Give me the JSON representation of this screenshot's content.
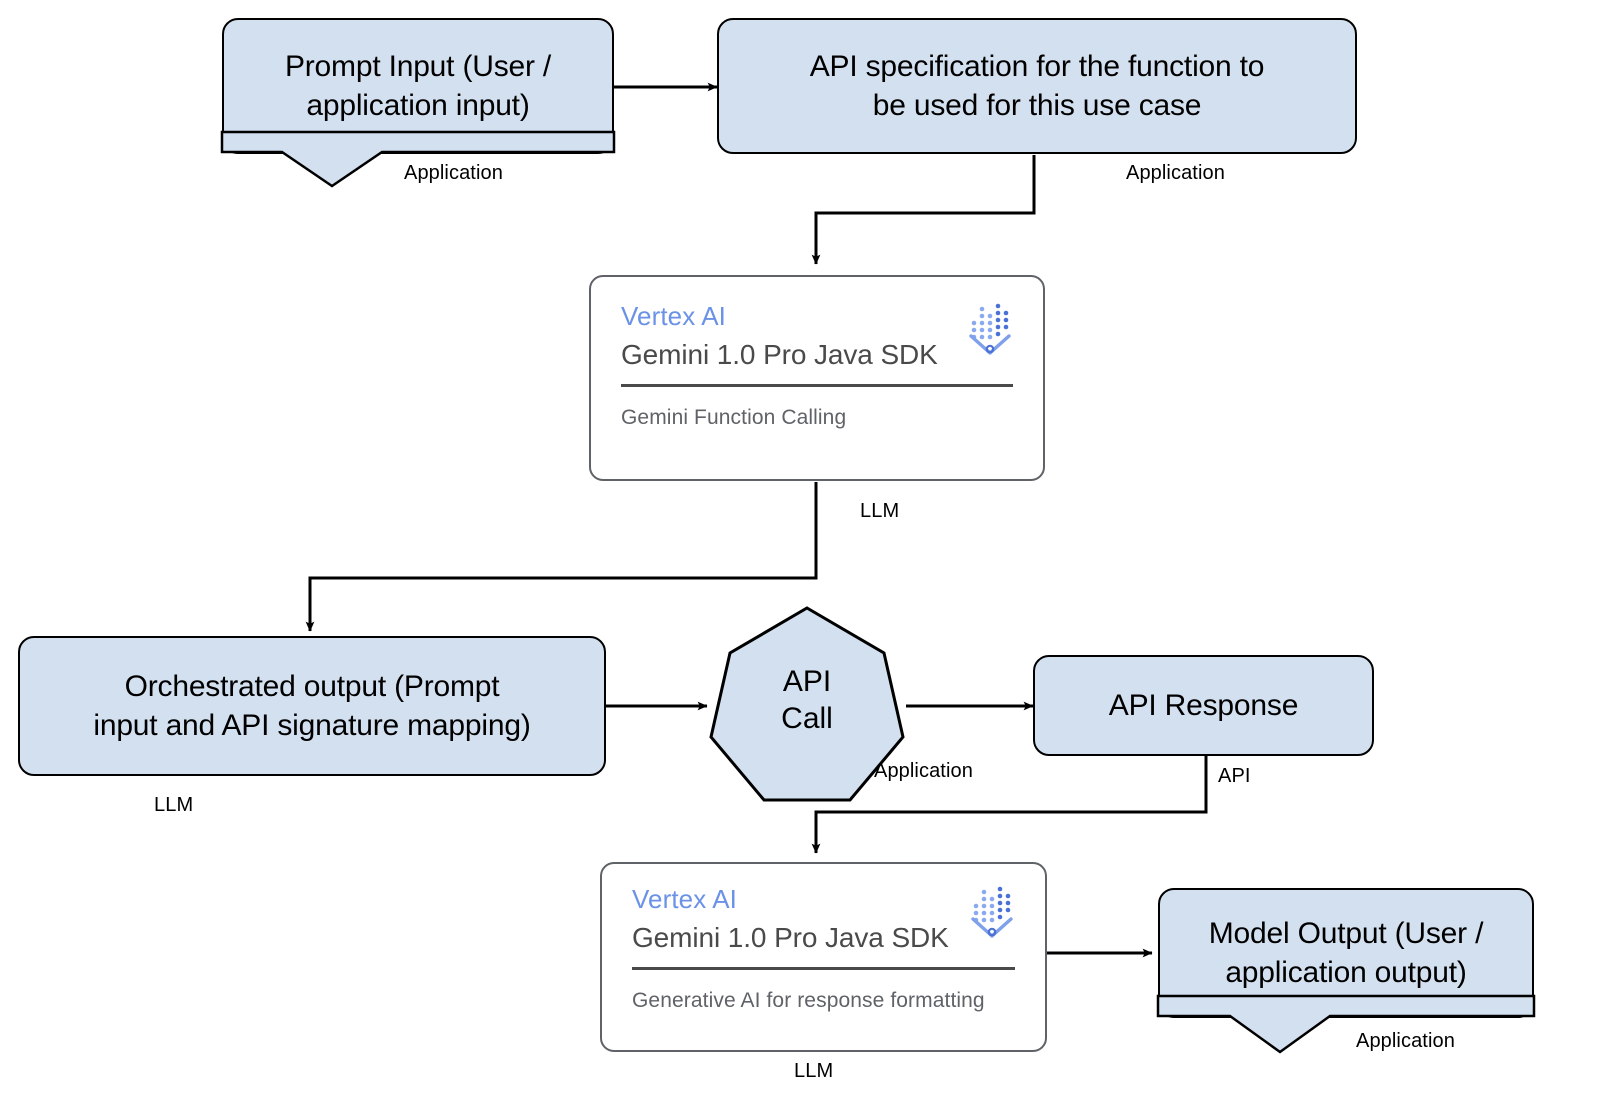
{
  "diagram": {
    "title": "Gemini Function Calling flow",
    "colors": {
      "node_fill": "#d3e0ef",
      "node_stroke": "#000000",
      "card_stroke": "#5f6368",
      "brand_blue": "#6b92e6",
      "card_text": "#4a4a4a",
      "background": "#ffffff"
    }
  },
  "nodes": {
    "prompt_input": {
      "label": "Prompt Input (User / application input)",
      "line1": "Prompt Input (User /",
      "line2": "application input)",
      "shape": "callout",
      "caption": "Application"
    },
    "api_spec": {
      "label": "API specification for the function to be used for this use case",
      "line1": "API specification for the function to",
      "line2": "be used for this use case",
      "shape": "rounded-rect",
      "caption": "Application"
    },
    "vertex_card_top": {
      "brand": "Vertex AI",
      "model": "Gemini 1.0 Pro Java SDK",
      "subtitle": "Gemini Function Calling",
      "shape": "card",
      "caption": "LLM",
      "logo": "vertex-ai-logo"
    },
    "orchestrated_output": {
      "label": "Orchestrated output (Prompt input and API signature mapping)",
      "line1": "Orchestrated output (Prompt",
      "line2": "input and API signature mapping)",
      "shape": "rounded-rect",
      "caption": "LLM"
    },
    "api_call": {
      "label": "API Call",
      "line1": "API",
      "line2": "Call",
      "shape": "heptagon",
      "caption": "Application"
    },
    "api_response": {
      "label": "API Response",
      "shape": "rounded-rect",
      "caption": "API"
    },
    "vertex_card_bottom": {
      "brand": "Vertex AI",
      "model": "Gemini 1.0 Pro Java SDK",
      "subtitle": "Generative AI for response formatting",
      "shape": "card",
      "caption": "LLM",
      "logo": "vertex-ai-logo"
    },
    "model_output": {
      "label": "Model Output (User / application output)",
      "line1": "Model Output (User /",
      "line2": "application output)",
      "shape": "callout",
      "caption": "Application"
    }
  },
  "edges": [
    {
      "name": "prompt-input-to-api-spec",
      "from": "prompt_input",
      "to": "api_spec",
      "style": "straight-arrow"
    },
    {
      "name": "api-spec-to-vertex-top",
      "from": "api_spec",
      "to": "vertex_card_top",
      "style": "elbow-arrow"
    },
    {
      "name": "vertex-top-to-orchestrated-output",
      "from": "vertex_card_top",
      "to": "orchestrated_output",
      "style": "elbow-arrow"
    },
    {
      "name": "orchestrated-output-to-api-call",
      "from": "orchestrated_output",
      "to": "api_call",
      "style": "straight-arrow"
    },
    {
      "name": "api-call-to-api-response",
      "from": "api_call",
      "to": "api_response",
      "style": "straight-arrow"
    },
    {
      "name": "api-response-to-vertex-bottom",
      "from": "api_response",
      "to": "vertex_card_bottom",
      "style": "elbow-arrow"
    },
    {
      "name": "vertex-bottom-to-model-output",
      "from": "vertex_card_bottom",
      "to": "model_output",
      "style": "straight-arrow"
    }
  ]
}
